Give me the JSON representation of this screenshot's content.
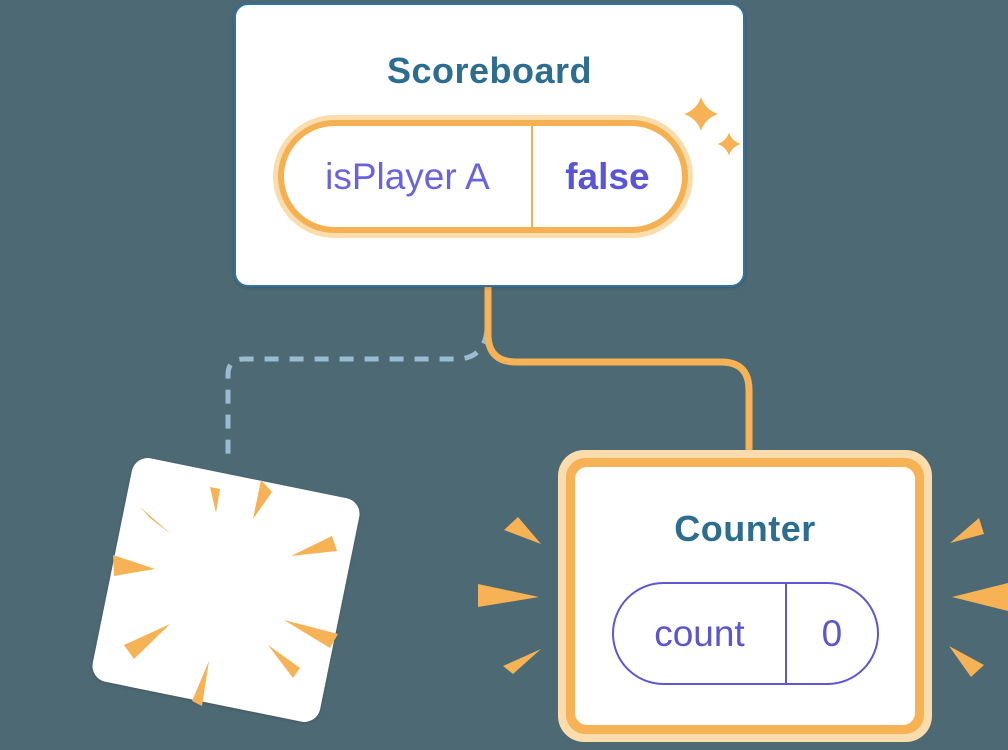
{
  "palette": {
    "background": "#4D6973",
    "orange": "#F6B254",
    "orange_light": "#FBDCAC",
    "card_border_blue": "#31739E",
    "title_teal": "#2D6E90",
    "purple_bold": "#5B55D6",
    "purple": "#6A64DC",
    "dashed_blue": "#9ABCD2"
  },
  "scoreboard": {
    "title": "Scoreboard",
    "state_pill": {
      "name": "isPlayer A",
      "value": "false"
    }
  },
  "counter": {
    "title": "Counter",
    "state_pill": {
      "name": "count",
      "value": "0"
    }
  }
}
